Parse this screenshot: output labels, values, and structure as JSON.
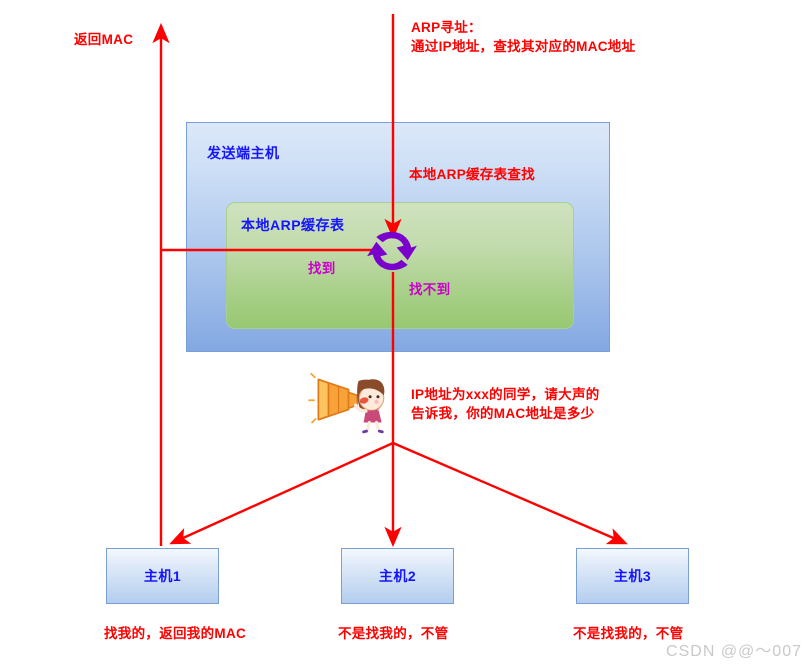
{
  "diagram": {
    "title_note_top_right": "ARP寻址：\n通过IP地址，查找其对应的MAC地址",
    "return_mac_note": "返回MAC",
    "local_cache_lookup_note": "本地ARP缓存表查找",
    "broadcast_note": "IP地址为xxx的同学，请大声的\n告诉我，你的MAC地址是多少",
    "found_label": "找到",
    "not_found_label": "找不到",
    "sender_host_label": "发送端主机",
    "arp_cache_table_label": "本地ARP缓存表",
    "icons": {
      "recycle": "recycle-icon",
      "megaphone": "megaphone-girl-icon"
    },
    "colors": {
      "red_arrow": "#ff0000",
      "blue_text": "#1414ff",
      "magenta_text": "#cc00cc",
      "container_blue": "#a9c4ec",
      "table_green": "#a6cf86",
      "node_blue": "#c9dcf4",
      "watermark_gray": "#c9c9c9"
    },
    "nodes": [
      {
        "id": "node-1",
        "label": "主机1",
        "caption": "找我的，返回我的MAC"
      },
      {
        "id": "node-2",
        "label": "主机2",
        "caption": "不是找我的，不管"
      },
      {
        "id": "node-3",
        "label": "主机3",
        "caption": "不是找我的，不管"
      }
    ]
  },
  "watermark": "CSDN @@～007"
}
